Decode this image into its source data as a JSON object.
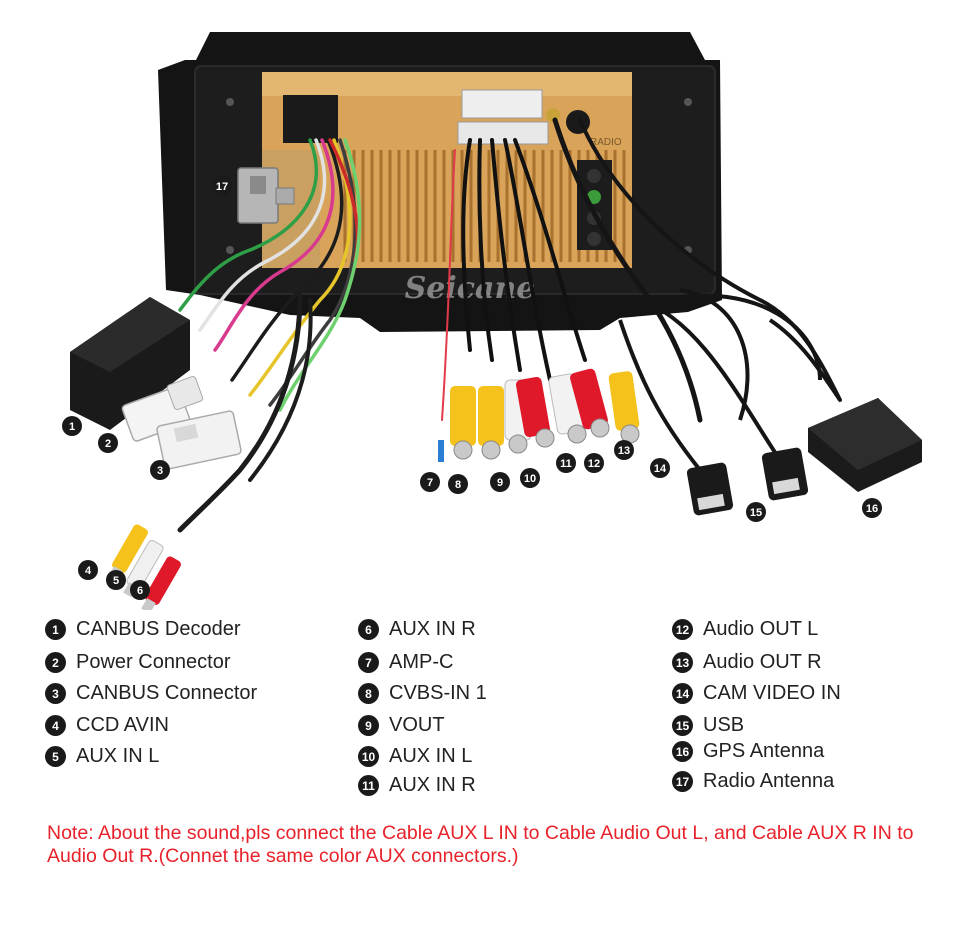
{
  "watermark": "Seicane",
  "unit_label": "RADIO",
  "colors": {
    "chassis": "#151515",
    "board": "#d9a45a",
    "callout": "#1a1a1a",
    "note": "#e8222b",
    "rca_yellow": "#f4c21b",
    "rca_white": "#f0f0f0",
    "rca_red": "#e0192a"
  },
  "callouts": [
    {
      "number": "1"
    },
    {
      "number": "2"
    },
    {
      "number": "3"
    },
    {
      "number": "4"
    },
    {
      "number": "5"
    },
    {
      "number": "6"
    },
    {
      "number": "7"
    },
    {
      "number": "8"
    },
    {
      "number": "9"
    },
    {
      "number": "10"
    },
    {
      "number": "11"
    },
    {
      "number": "12"
    },
    {
      "number": "13"
    },
    {
      "number": "14"
    },
    {
      "number": "15"
    },
    {
      "number": "16"
    },
    {
      "number": "17"
    }
  ],
  "legend": {
    "columns": [
      [
        {
          "number": "1",
          "label": "CANBUS Decoder"
        },
        {
          "number": "2",
          "label": "Power Connector"
        },
        {
          "number": "3",
          "label": "CANBUS Connector"
        },
        {
          "number": "4",
          "label": "CCD AVIN"
        },
        {
          "number": "5",
          "label": "AUX IN L"
        }
      ],
      [
        {
          "number": "6",
          "label": "AUX IN R"
        },
        {
          "number": "7",
          "label": "AMP-C"
        },
        {
          "number": "8",
          "label": "CVBS-IN 1"
        },
        {
          "number": "9",
          "label": "VOUT"
        },
        {
          "number": "10",
          "label": "AUX IN L"
        },
        {
          "number": "11",
          "label": "AUX IN R"
        }
      ],
      [
        {
          "number": "12",
          "label": "Audio OUT L"
        },
        {
          "number": "13",
          "label": "Audio OUT R"
        },
        {
          "number": "14",
          "label": "CAM VIDEO IN"
        },
        {
          "number": "15",
          "label": "USB"
        },
        {
          "number": "16",
          "label": "GPS Antenna"
        },
        {
          "number": "17",
          "label": "Radio Antenna"
        }
      ]
    ]
  },
  "note": "Note: About the sound,pls connect the Cable AUX L IN to Cable Audio Out L, and Cable AUX R IN to Audio Out R.(Connet the same color AUX connectors.)"
}
